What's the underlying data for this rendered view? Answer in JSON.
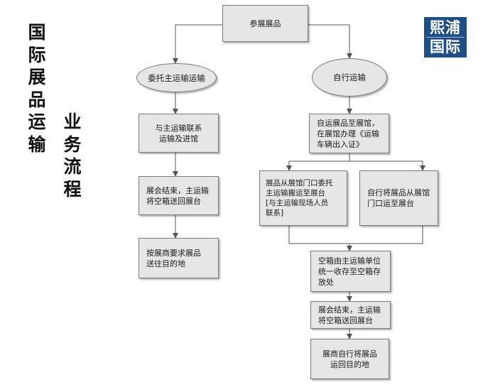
{
  "title": {
    "col1": [
      "国",
      "际",
      "展",
      "品",
      "运",
      "输"
    ],
    "col2": [
      "业",
      "务",
      "流",
      "程"
    ]
  },
  "logo": {
    "line1": "熙浦",
    "line2": "国际"
  },
  "nodes": {
    "start": "参展展品",
    "left_branch": "委托主运输运输",
    "right_branch": "自行运输",
    "left_step1": "与主运输联系\n运输及进馆",
    "left_step2": "展会结束，主运输\n将空箱送回展台",
    "left_step3": "按展商要求展品\n送往目的地",
    "right_step1": "自运展品至展馆，\n在展馆办理《运输\n车辆出入证》",
    "right_opt_a": "展品从展馆门口委托\n主运输搬运至展台\n[与主运输现场人员\n联系]",
    "right_opt_b": "自行将展品从展馆\n门口运至展台",
    "right_step2": "空箱由主运输单位\n统一收存至空箱存\n放处",
    "right_step3": "展会结束，主运输\n将空箱送回展台",
    "right_step4": "展商自行将展品\n运回目的地"
  },
  "colors": {
    "box_fill": "#e6e6e6",
    "box_border": "#7a7a7a",
    "logo_bg": "#1f4d86"
  }
}
